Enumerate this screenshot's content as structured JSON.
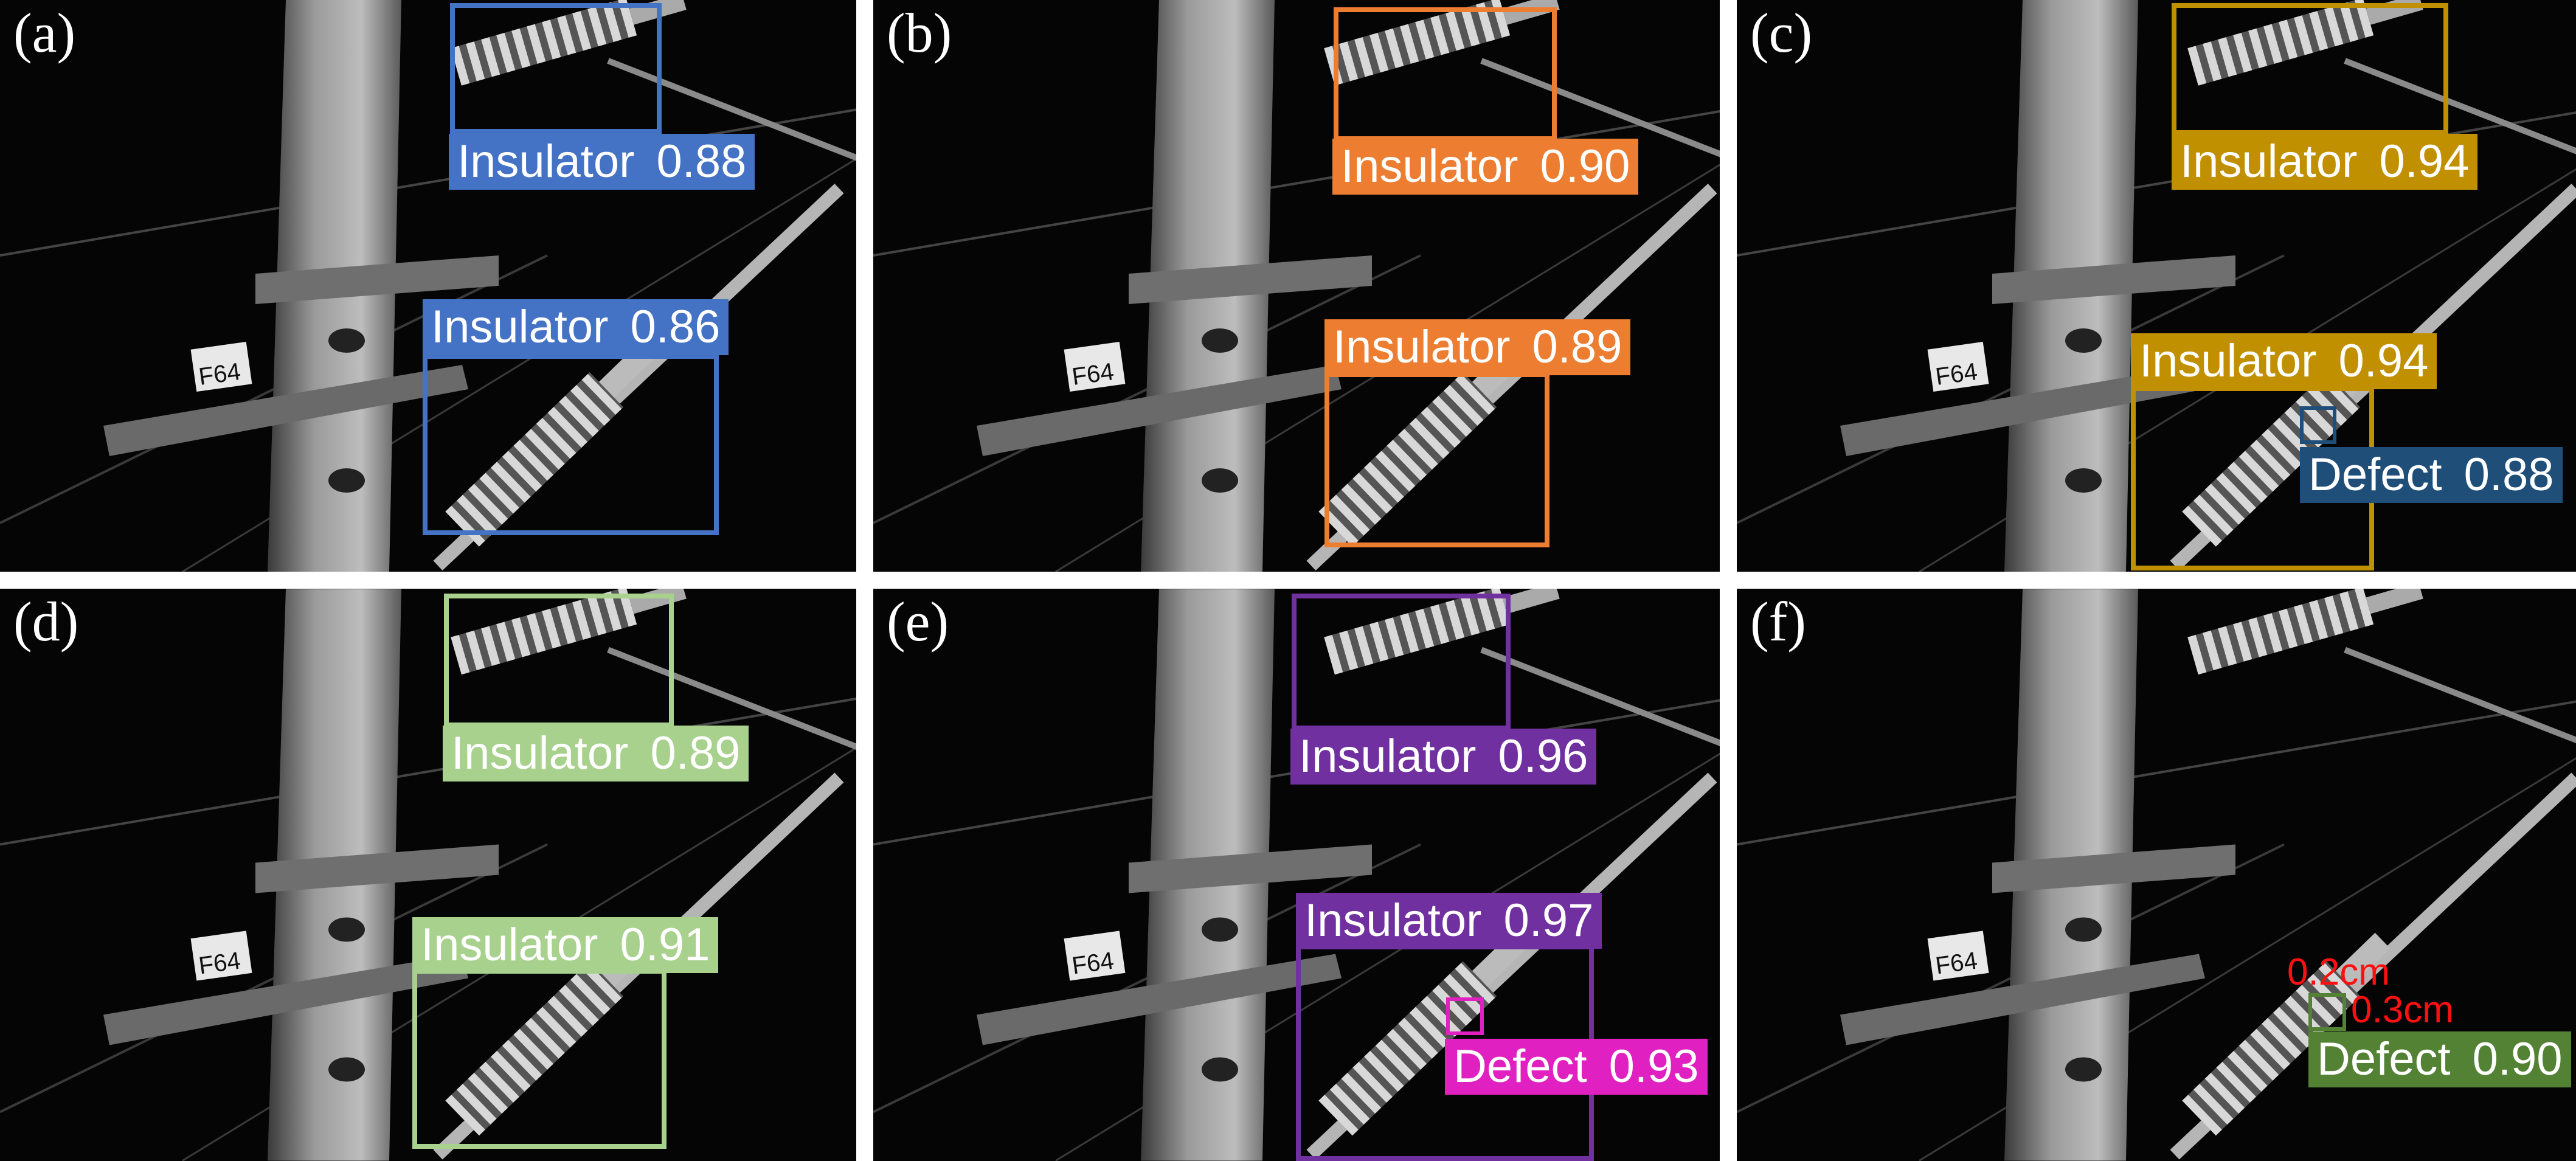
{
  "panels": [
    {
      "label": "(a)",
      "color": "#4472C4",
      "detections": [
        {
          "cls": "Insulator",
          "score": "0.88"
        },
        {
          "cls": "Insulator",
          "score": "0.86"
        }
      ]
    },
    {
      "label": "(b)",
      "color": "#ED7D31",
      "detections": [
        {
          "cls": "Insulator",
          "score": "0.90"
        },
        {
          "cls": "Insulator",
          "score": "0.89"
        }
      ]
    },
    {
      "label": "(c)",
      "color": "#C09000",
      "defect_color": "#1F4E79",
      "detections": [
        {
          "cls": "Insulator",
          "score": "0.94"
        },
        {
          "cls": "Insulator",
          "score": "0.94"
        },
        {
          "cls": "Defect",
          "score": "0.88"
        }
      ]
    },
    {
      "label": "(d)",
      "color": "#A9D18E",
      "detections": [
        {
          "cls": "Insulator",
          "score": "0.89"
        },
        {
          "cls": "Insulator",
          "score": "0.91"
        }
      ]
    },
    {
      "label": "(e)",
      "color": "#7030A0",
      "defect_color": "#E020C0",
      "detections": [
        {
          "cls": "Insulator",
          "score": "0.96"
        },
        {
          "cls": "Insulator",
          "score": "0.97"
        },
        {
          "cls": "Defect",
          "score": "0.93"
        }
      ]
    },
    {
      "label": "(f)",
      "color": "#548235",
      "measure_color": "#FF1010",
      "detections": [
        {
          "cls": "Defect",
          "score": "0.90"
        }
      ],
      "measurements": [
        "0.2cm",
        "0.3cm"
      ]
    }
  ]
}
